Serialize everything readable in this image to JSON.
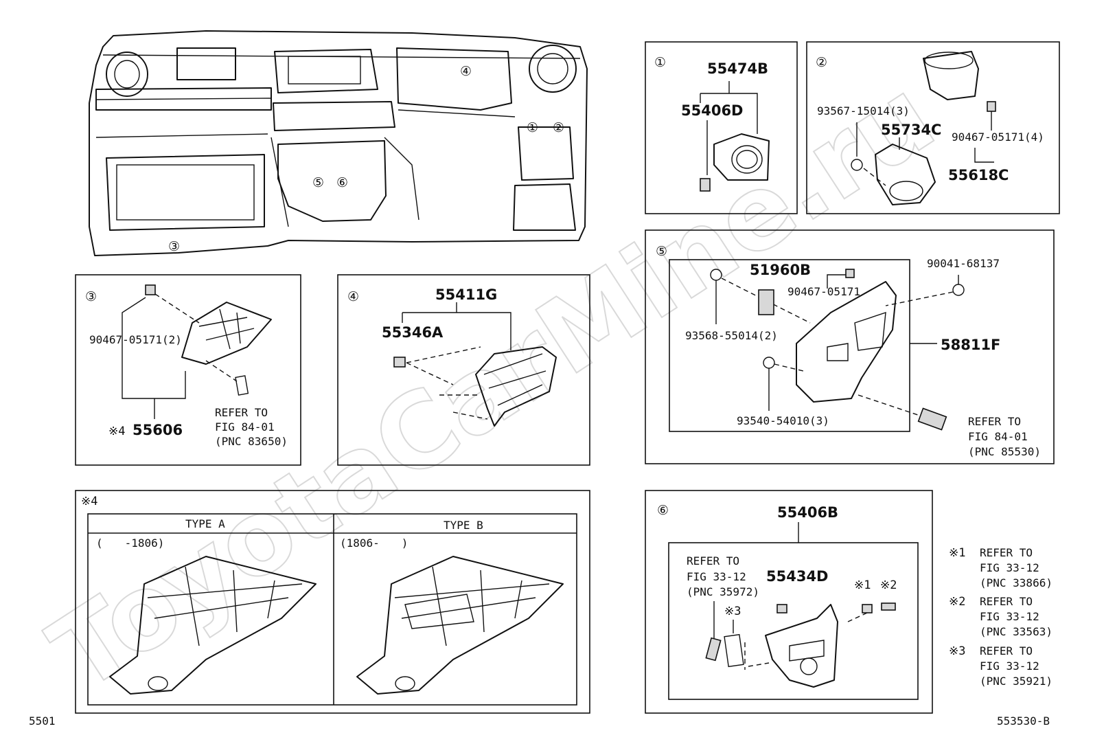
{
  "watermark": "ToyotaCarMine.ru",
  "overview": {
    "callouts": [
      "④",
      "①",
      "②",
      "⑤",
      "⑥",
      "③"
    ]
  },
  "panel1": {
    "index": "①",
    "parts": [
      "55474B",
      "55406D"
    ]
  },
  "panel2": {
    "index": "②",
    "parts": [
      "93567-15014(3)",
      "55734C",
      "90467-05171(4)",
      "55618C"
    ]
  },
  "panel3": {
    "index": "③",
    "parts": [
      "90467-05171(2)",
      "55606"
    ],
    "note_mark": "※4",
    "refer": [
      "REFER TO",
      "FIG 84-01",
      "(PNC 83650)"
    ]
  },
  "panel4": {
    "index": "④",
    "parts": [
      "55411G",
      "55346A"
    ]
  },
  "panel5": {
    "index": "⑤",
    "parts": [
      "51960B",
      "90041-68137",
      "90467-05171",
      "93568-55014(2)",
      "58811F",
      "93540-54010(3)"
    ],
    "refer": [
      "REFER TO",
      "FIG 84-01",
      "(PNC 85530)"
    ]
  },
  "panel_type": {
    "mark": "※4",
    "types": [
      {
        "name": "TYPE A",
        "range": "(　　-1806)"
      },
      {
        "name": "TYPE B",
        "range": "(1806-　　)"
      }
    ]
  },
  "panel6": {
    "index": "⑥",
    "parts": [
      "55406B",
      "55434D"
    ],
    "refer": [
      "REFER TO",
      "FIG 33-12",
      "(PNC 35972)"
    ],
    "marks": [
      "※3",
      "※1",
      "※2"
    ]
  },
  "notes": [
    {
      "mark": "※1",
      "lines": [
        "REFER TO",
        "FIG 33-12",
        "(PNC 33866)"
      ]
    },
    {
      "mark": "※2",
      "lines": [
        "REFER TO",
        "FIG 33-12",
        "(PNC 33563)"
      ]
    },
    {
      "mark": "※3",
      "lines": [
        "REFER TO",
        "FIG 33-12",
        "(PNC 35921)"
      ]
    }
  ],
  "footer": {
    "left": "5501",
    "right": "553530-B"
  }
}
